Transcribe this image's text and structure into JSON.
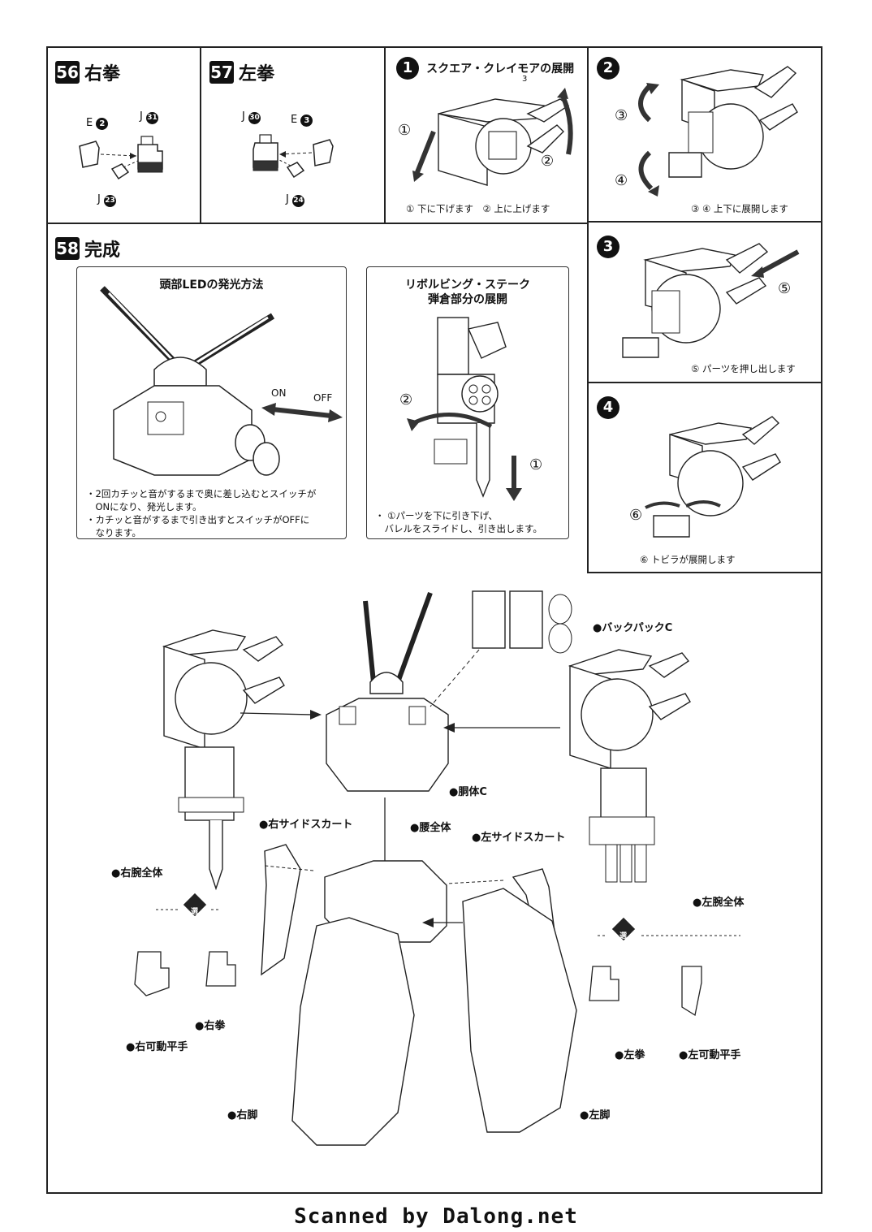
{
  "steps": {
    "s56": {
      "num": "56",
      "title": "右拳",
      "parts": {
        "e": "E",
        "e_no": "2",
        "j_top": "J",
        "j_top_no": "31",
        "j_bottom": "J",
        "j_bottom_no": "23"
      }
    },
    "s57": {
      "num": "57",
      "title": "左拳",
      "parts": {
        "j_top": "J",
        "j_top_no": "30",
        "e": "E",
        "e_no": "3",
        "j_bottom": "J",
        "j_bottom_no": "24"
      }
    },
    "s58": {
      "num": "58",
      "title": "完成"
    }
  },
  "claymore": {
    "title": "スクエア・クレイモアの展開",
    "sub1": {
      "num": "1",
      "mark1": "①",
      "mark2": "②",
      "caption": "① 下に下げます　② 上に上げます"
    },
    "sub2": {
      "num": "2",
      "mark3": "③",
      "mark4": "④",
      "caption": "③ ④ 上下に展開します"
    },
    "sub3": {
      "num": "3",
      "mark5": "⑤",
      "caption": "⑤ パーツを押し出します"
    },
    "sub4": {
      "num": "4",
      "mark6": "⑥",
      "caption": "⑥ トビラが展開します"
    }
  },
  "led_box": {
    "title": "頭部LEDの発光方法",
    "on": "ON",
    "off": "OFF",
    "note1": "・2回カチッと音がするまで奥に差し込むとスイッチが",
    "note1b": "　ONになり、発光します。",
    "note2": "・カチッと音がするまで引き出すとスイッチがOFFに",
    "note2b": "　なります。"
  },
  "stake_box": {
    "title1": "リボルビング・ステーク",
    "title2": "弾倉部分の展開",
    "mark1": "①",
    "mark2": "②",
    "note1": "・ ①パーツを下に引き下げ、",
    "note1b": "　バレルをスライドし、引き出します。"
  },
  "assembly_labels": {
    "backpack": "●バックパックC",
    "torso": "●胴体C",
    "right_skirt": "●右サイドスカート",
    "waist": "●腰全体",
    "left_skirt": "●左サイドスカート",
    "right_arm": "●右腕全体",
    "left_arm": "●左腕全体",
    "right_fist": "●右拳",
    "right_open_hand": "●右可動平手",
    "left_fist": "●左拳",
    "left_open_hand": "●左可動平手",
    "right_leg": "●右脚",
    "left_leg": "●左脚",
    "choice_mark": "選"
  },
  "page_number_mark": "3",
  "footer": "Scanned by Dalong.net"
}
